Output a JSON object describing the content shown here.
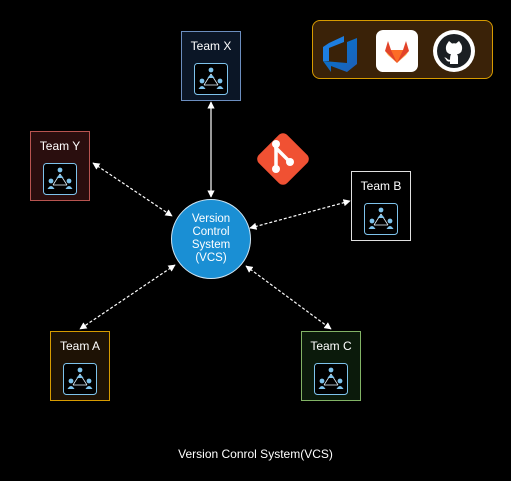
{
  "diagram": {
    "center": {
      "label": "Version\nControl\nSystem\n(VCS)"
    },
    "teams": [
      {
        "key": "x",
        "label": "Team X",
        "stroke": "#6c8ebf",
        "fill": "#0b1626"
      },
      {
        "key": "y",
        "label": "Team Y",
        "stroke": "#b85450",
        "fill": "#2a0e0e"
      },
      {
        "key": "b",
        "label": "Team B",
        "stroke": "#e0e0e0",
        "fill": "#000000"
      },
      {
        "key": "a",
        "label": "Team A",
        "stroke": "#d79b00",
        "fill": "#1e1205"
      },
      {
        "key": "c",
        "label": "Team C",
        "stroke": "#82b366",
        "fill": "#0b1a0b"
      }
    ],
    "icons": {
      "git": "git-icon",
      "tools": [
        "azure-devops-icon",
        "gitlab-icon",
        "github-icon"
      ]
    },
    "caption": "Version Conrol System(VCS)",
    "colors": {
      "vcs_fill": "#1a8fd4",
      "connector": "#ffffff",
      "team_glyph": "#7ec3ec",
      "toolbox_border": "#d79b00",
      "git_orange": "#f05133"
    }
  }
}
